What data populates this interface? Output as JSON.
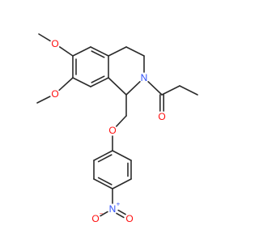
{
  "molecule": {
    "atoms": [
      {
        "id": "O_me6",
        "label": "O",
        "color": "#ff0d0d"
      },
      {
        "id": "O_me7",
        "label": "O",
        "color": "#ff0d0d"
      },
      {
        "id": "N_ring",
        "label": "N",
        "color": "#3050f8"
      },
      {
        "id": "O_carbonyl",
        "label": "O",
        "color": "#ff0d0d"
      },
      {
        "id": "O_ether",
        "label": "O",
        "color": "#ff0d0d"
      },
      {
        "id": "N_nitro",
        "label": "N",
        "color": "#3050f8",
        "charge": "+"
      },
      {
        "id": "O_nitro_left",
        "label": "O",
        "color": "#ff0d0d",
        "charge": "−"
      },
      {
        "id": "O_nitro_right",
        "label": "O",
        "color": "#ff0d0d"
      }
    ],
    "bond_color": "#2b2b2b"
  }
}
